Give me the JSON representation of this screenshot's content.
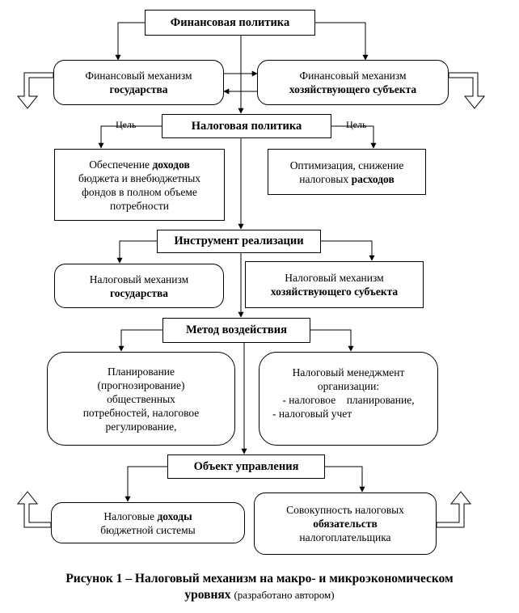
{
  "top": {
    "title": "Финансовая политика"
  },
  "mech": {
    "gov": [
      "Финансовый механизм",
      "государства"
    ],
    "firm": [
      "Финансовый механизм",
      "хозяйствующего субъекта"
    ]
  },
  "tax_policy": {
    "title": "Налоговая политика",
    "goal_left": "Цель",
    "goal_right": "Цель"
  },
  "goals": {
    "left": {
      "l1a": "Обеспечение ",
      "l1b": "доходов",
      "l2": "бюджета и внебюджетных",
      "l3": "фондов в полном объеме",
      "l4": "потребности"
    },
    "right": {
      "l1": "Оптимизация, снижение",
      "l2a": "налоговых ",
      "l2b": "расходов"
    }
  },
  "instrument": {
    "title": "Инструмент реализации"
  },
  "taxmech": {
    "gov": [
      "Налоговый механизм",
      "государства"
    ],
    "firm": [
      "Налоговый механизм",
      "хозяйствующего субъекта"
    ]
  },
  "method": {
    "title": "Метод воздействия"
  },
  "methods": {
    "left": [
      "Планирование",
      "(прогнозирование)",
      "общественных",
      "потребностей, налоговое",
      "регулирование,"
    ],
    "right": [
      "Налоговый менеджмент",
      "организации:",
      "- налоговое    планирование,",
      "- налоговый учет"
    ]
  },
  "object": {
    "title": "Объект управления"
  },
  "objects": {
    "left": {
      "l1a": "Налоговые ",
      "l1b": "доходы",
      "l2": "бюджетной системы"
    },
    "right": {
      "l1": "Совокупность налоговых",
      "l2": "обязательств",
      "l3": "налогоплательщика"
    }
  },
  "caption": {
    "main": "Рисунок 1 – Налоговый механизм на макро- и микроэкономическом",
    "line2": "уровнях",
    "note": "(разработано автором)"
  }
}
